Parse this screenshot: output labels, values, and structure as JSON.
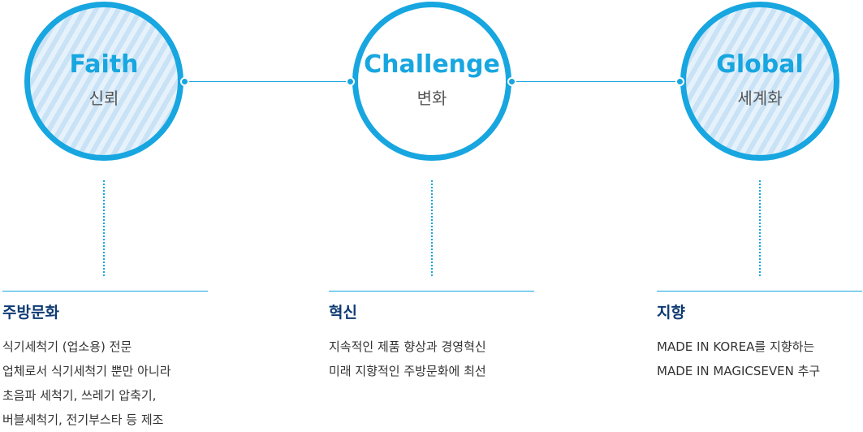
{
  "values": [
    {
      "title": "Faith",
      "subtitle": "신뢰"
    },
    {
      "title": "Challenge",
      "subtitle": "변화"
    },
    {
      "title": "Global",
      "subtitle": "세계화"
    }
  ],
  "details": [
    {
      "heading": "주방문화",
      "lines": [
        "식기세척기 (업소용) 전문",
        "업체로서 식기세척기 뿐만 아니라",
        "초음파 세척기, 쓰레기 압축기,",
        "버블세척기, 전기부스타 등 제조"
      ]
    },
    {
      "heading": "혁신",
      "lines": [
        "지속적인 제품 향상과 경영혁신",
        "미래 지향적인 주방문화에 최선"
      ]
    },
    {
      "heading": "지향",
      "lines": [
        "MADE IN KOREA를 지향하는",
        "MADE IN MAGICSEVEN 추구"
      ]
    }
  ],
  "colors": {
    "accent": "#17a6e0",
    "heading": "#0e3b73",
    "stripe_light": "#e6f2fb",
    "stripe_dark": "#c9e2f5"
  }
}
